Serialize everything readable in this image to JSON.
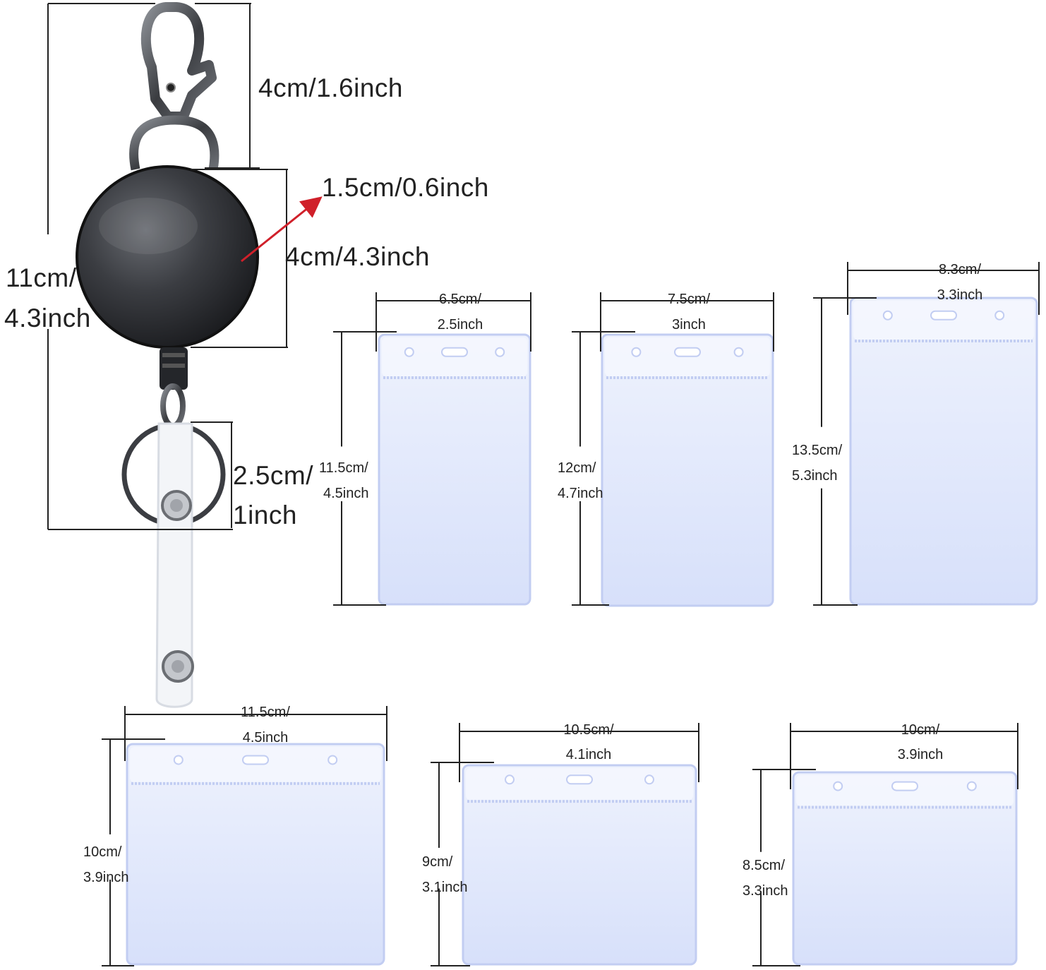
{
  "reel": {
    "clip_label": "4cm/1.6inch",
    "thickness_label": "1.5cm/0.6inch",
    "diameter_label": "4cm/4.3inch",
    "total_label_line1": "11cm/",
    "total_label_line2": "4.3inch",
    "ring_label_line1": "2.5cm/",
    "ring_label_line2": "1inch"
  },
  "holders": [
    {
      "width_line1": "6.5cm/",
      "width_line2": "2.5inch",
      "height_line1": "11.5cm/",
      "height_line2": "4.5inch",
      "orientation": "vertical"
    },
    {
      "width_line1": "7.5cm/",
      "width_line2": "3inch",
      "height_line1": "12cm/",
      "height_line2": "4.7inch",
      "orientation": "vertical"
    },
    {
      "width_line1": "8.3cm/",
      "width_line2": "3.3inch",
      "height_line1": "13.5cm/",
      "height_line2": "5.3inch",
      "orientation": "vertical"
    },
    {
      "width_line1": "11.5cm/",
      "width_line2": "4.5inch",
      "height_line1": "10cm/",
      "height_line2": "3.9inch",
      "orientation": "horizontal"
    },
    {
      "width_line1": "10.5cm/",
      "width_line2": "4.1inch",
      "height_line1": "9cm/",
      "height_line2": "3.1inch",
      "orientation": "horizontal"
    },
    {
      "width_line1": "10cm/",
      "width_line2": "3.9inch",
      "height_line1": "8.5cm/",
      "height_line2": "3.3inch",
      "orientation": "horizontal"
    }
  ],
  "colors": {
    "holder_fill": "#dfe6fb",
    "holder_edge": "#c2cdf2",
    "metal_dark": "#2e2f33",
    "arrow": "#d0202a"
  }
}
